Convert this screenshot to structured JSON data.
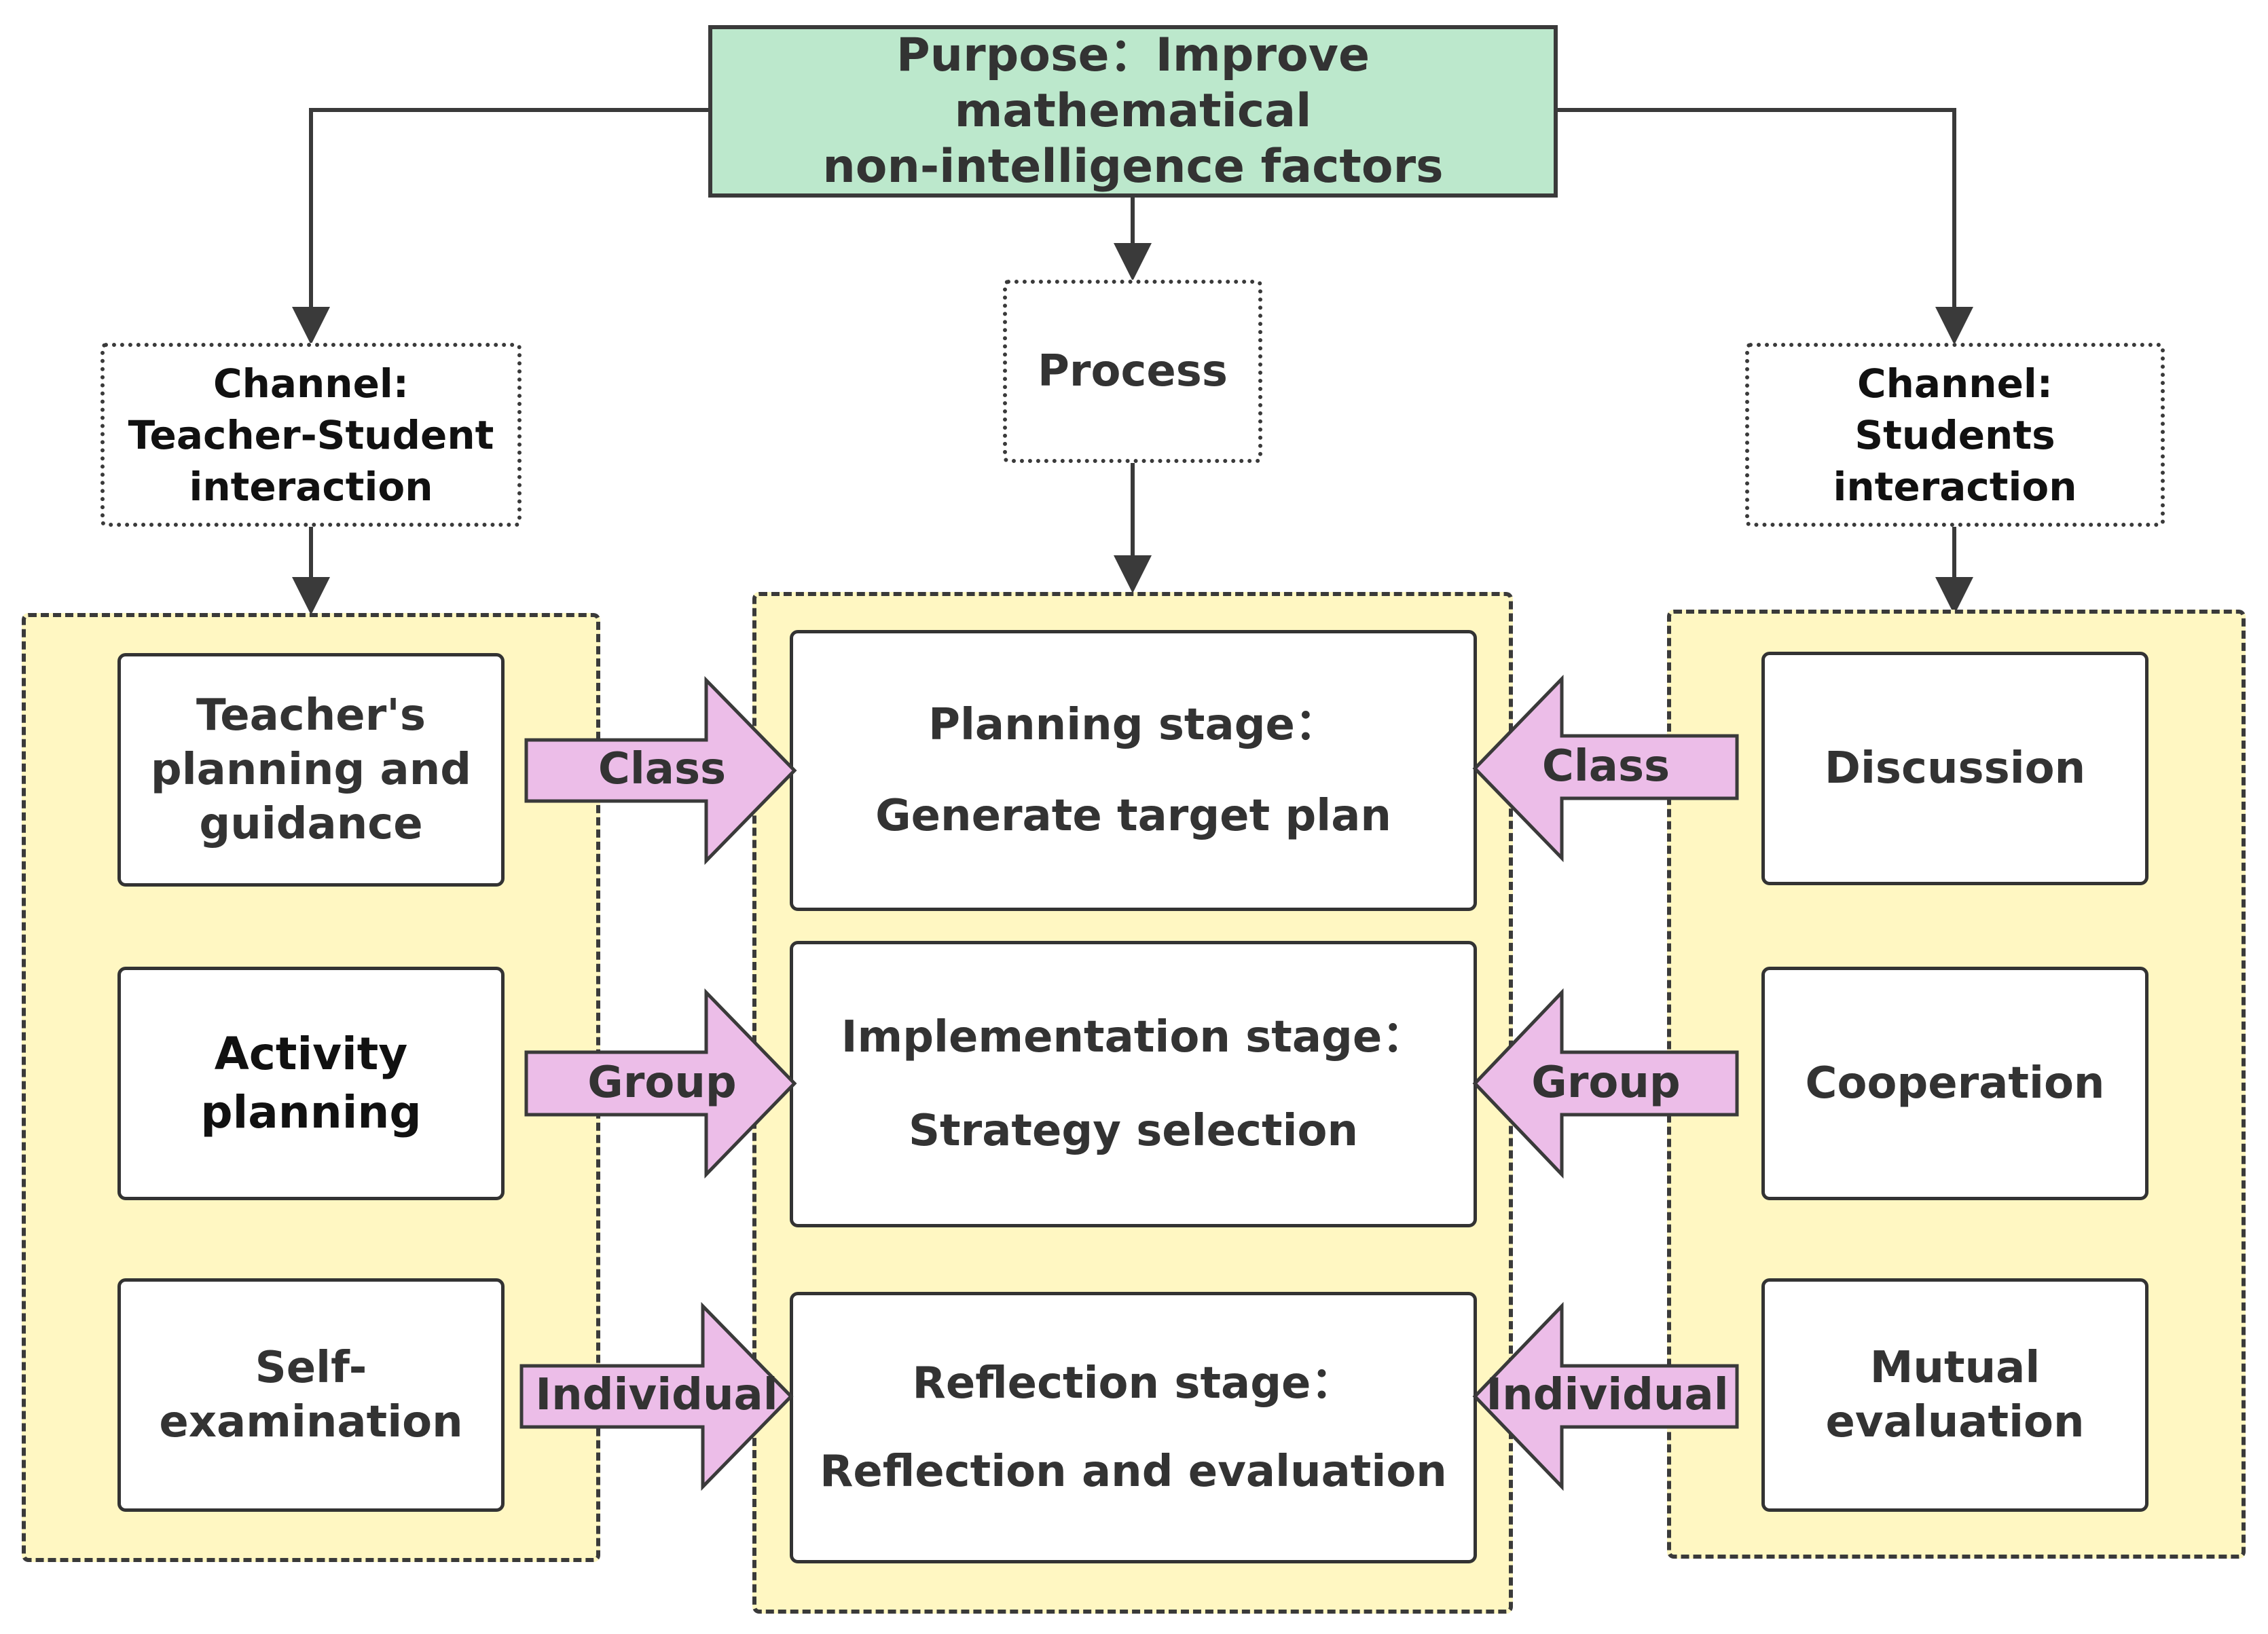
{
  "purpose": {
    "line1": "Purpose：Improve mathematical",
    "line2": "non-intelligence factors"
  },
  "left_channel": {
    "line1": "Channel:",
    "line2": "Teacher-Student",
    "line3": "interaction"
  },
  "process": {
    "label": "Process"
  },
  "right_channel": {
    "line1": "Channel:",
    "line2": "Students",
    "line3": "interaction"
  },
  "left_items": [
    {
      "lines": [
        "Teacher's",
        "planning and",
        "guidance"
      ]
    },
    {
      "lines": [
        "Activity",
        "planning"
      ]
    },
    {
      "lines": [
        "Self-",
        "examination"
      ]
    }
  ],
  "stages": [
    {
      "title": "Planning stage：",
      "detail": "Generate target plan"
    },
    {
      "title": "Implementation stage：",
      "detail": "Strategy selection"
    },
    {
      "title": "Reflection stage：",
      "detail": "Reflection and evaluation"
    }
  ],
  "right_items": [
    {
      "lines": [
        "Discussion"
      ]
    },
    {
      "lines": [
        "Cooperation"
      ]
    },
    {
      "lines": [
        "Mutual",
        "evaluation"
      ]
    }
  ],
  "arrow_labels": [
    "Class",
    "Group",
    "Individual"
  ],
  "colors": {
    "purpose_fill": "#bce8cc",
    "panel_fill": "#fff7c2",
    "arrow_fill": "#ecbde8",
    "line": "#3a3a3a"
  }
}
